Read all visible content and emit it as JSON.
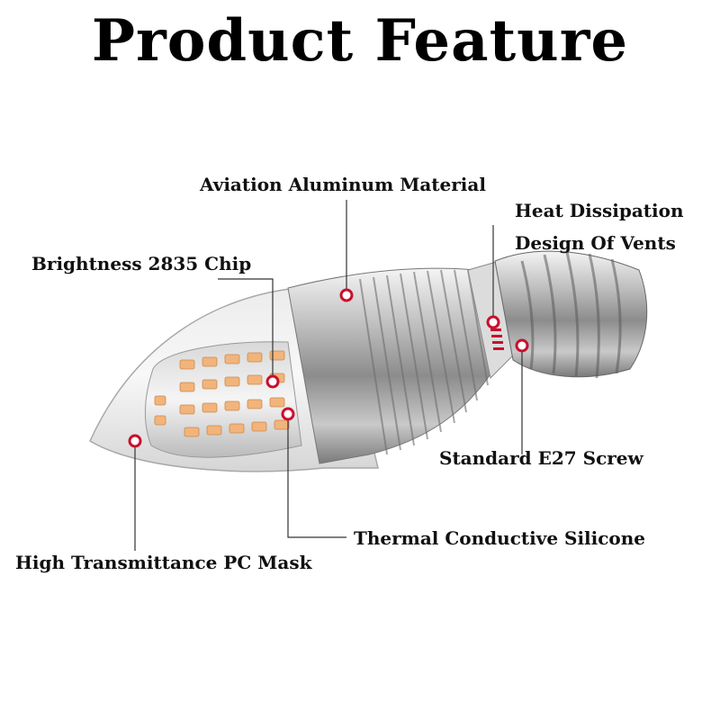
{
  "title": "Product Feature",
  "labels": {
    "aviation": "Aviation Aluminum Material",
    "heat_line1": "Heat Dissipation",
    "heat_line2": "Design Of Vents",
    "brightness": "Brightness 2835 Chip",
    "e27": "Standard E27 Screw",
    "silicone": "Thermal Conductive Silicone",
    "pcmask": "High Transmittance PC Mask"
  },
  "colors": {
    "marker": "#c8102e",
    "led": "#f2b47a",
    "leader": "#333333"
  }
}
